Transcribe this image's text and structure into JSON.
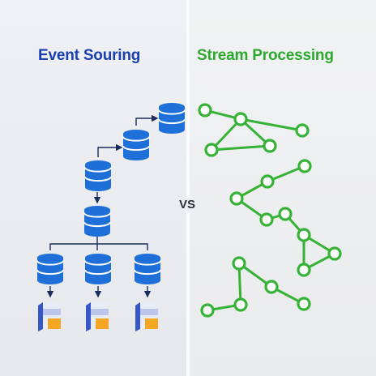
{
  "left": {
    "title": "Event Souring",
    "title_color": "#1a3fb0"
  },
  "right": {
    "title": "Stream Processing",
    "title_color": "#2ea82e"
  },
  "divider_label": "VS",
  "colors": {
    "db_blue": "#1f6fd8",
    "db_stripe": "#ffffff",
    "arrow": "#1b2d5c",
    "node_stroke": "#36b236",
    "node_fill": "#ffffff",
    "doc_blue": "#3656c9",
    "doc_orange": "#f5a623",
    "doc_light": "#e8ecf6"
  },
  "icons": {
    "database": "database-icon",
    "document": "document-icon",
    "node": "stream-node-icon"
  }
}
